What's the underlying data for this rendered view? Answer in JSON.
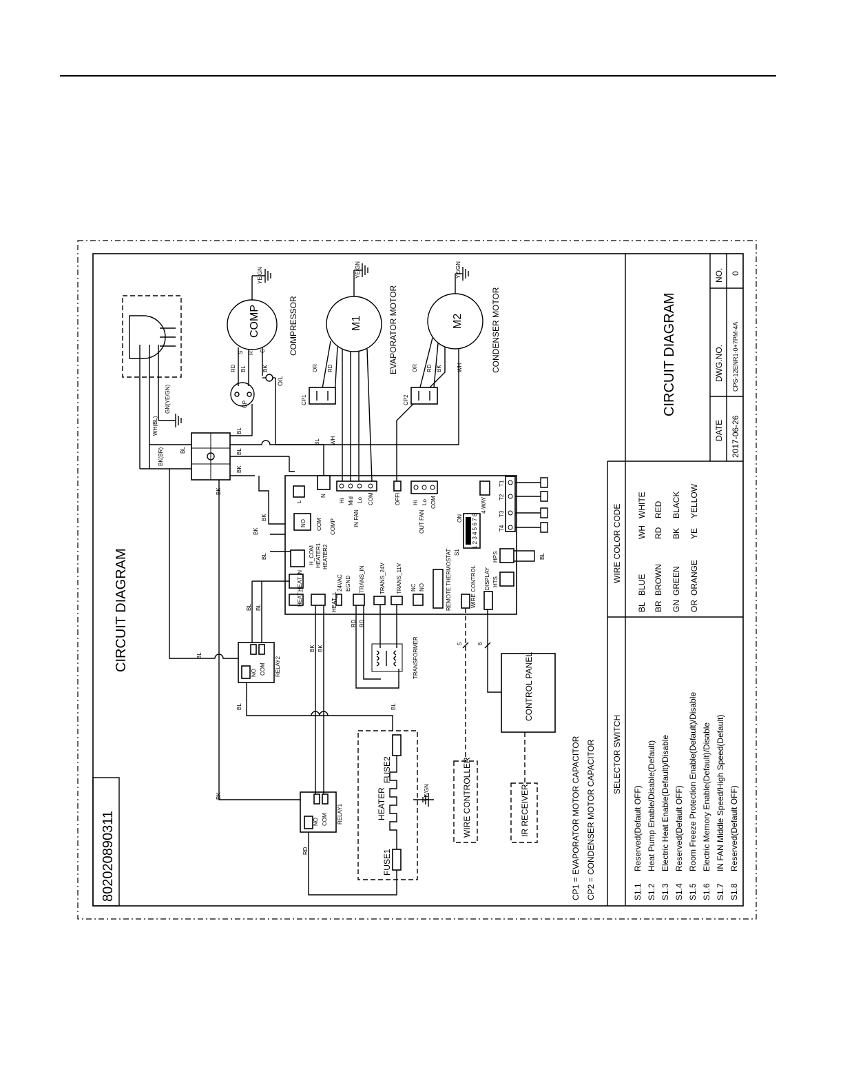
{
  "title": "CIRCUIT DIAGRAM",
  "part_number": "802020890311",
  "components": {
    "compressor": "COMP",
    "compressor_label": "COMPRESSOR",
    "evap_motor": "M1",
    "evap_motor_label": "EVAPORATOR MOTOR",
    "cond_motor": "M2",
    "cond_motor_label": "CONDENSER MOTOR",
    "cp": "CP",
    "cp1": "CP1",
    "cp2": "CP2",
    "overload": "O/L",
    "heater": "HEATER",
    "fuse1": "FUSE1",
    "fuse2": "FUSE2",
    "relay1": "RELAY1",
    "relay2": "RELAY2",
    "transformer": "TRANSFORMER",
    "control_panel": "CONTROL PANEL",
    "wire_controller": "WIRE CONTROLLER",
    "ir_receiver": "IR RECEIVER"
  },
  "terminals": {
    "s": "S",
    "r": "R",
    "c": "C",
    "no": "NO",
    "com": "COM",
    "ground": "YE/GN",
    "gn_ye_gn": "GN(YE/GN)"
  },
  "board": {
    "l": "L",
    "n": "N",
    "hi": "Hi",
    "mid": "Mid",
    "lo": "Lo",
    "com": "COM",
    "in_fan": "IN FAN",
    "offi": "OFFI",
    "out_hi": "Hi",
    "out_lo": "Lo",
    "out_com": "COM",
    "out_fan": "OUT FAN",
    "four_way": "4-WAY",
    "t1": "T1",
    "t2": "T2",
    "t3": "T3",
    "t4": "T4",
    "on": "ON",
    "dip_numbers": "1 2 3 4 5 6 7 8",
    "s1": "S1",
    "comp": "COMP",
    "heat_com": "H_COM",
    "heater1": "HEATER1",
    "heater2": "HEATER2",
    "heat_n": "HEAT_N",
    "heat_l": "HEAT_L",
    "heat_l2": "HEAT_L",
    "vac24": "24VAC",
    "egnd": "EGND",
    "trans_in": "TRANS_IN",
    "trans_24v": "TRANS_24V",
    "trans_11v": "TRANS_11V",
    "nc": "NC",
    "no": "NO",
    "remote_thermostat": "REMOTE THERMOSTAT",
    "wire_control": "WIRE CONTROL",
    "display": "DISPLAY",
    "hps": "HPS",
    "hts": "HTS",
    "wire_count_5": "5",
    "wire_count_6": "6"
  },
  "wire_labels": {
    "bl": "BL",
    "bk": "BK",
    "rd": "RD",
    "wh": "WH",
    "or": "OR",
    "wh_bl": "WH(BL)",
    "bk_br": "BK(BR)"
  },
  "capacitor_notes": [
    "CP1 = EVAPORATOR MOTOR CAPACITOR",
    "CP2 = CONDENSER MOTOR CAPACITOR"
  ],
  "selector_switch": {
    "header": "SELECTOR SWITCH",
    "rows": [
      {
        "code": "S1.1",
        "desc": "Reserved(Default OFF)"
      },
      {
        "code": "S1.2",
        "desc": "Heat Pump Enable/Disable(Default)"
      },
      {
        "code": "S1.3",
        "desc": "Electric Heat Enable(Default)/Disable"
      },
      {
        "code": "S1.4",
        "desc": "Reserved(Default OFF)"
      },
      {
        "code": "S1.5",
        "desc": "Room Freeze Protection Enable(Default)/Disable"
      },
      {
        "code": "S1.6",
        "desc": "Electric Memory Enable(Default)/Disable"
      },
      {
        "code": "S1.7",
        "desc": "IN FAN Middle Speed/High Speed(Default)"
      },
      {
        "code": "S1.8",
        "desc": "Reserved(Default OFF)"
      }
    ]
  },
  "wire_color_code": {
    "header": "WIRE COLOR CODE",
    "rows": [
      {
        "a": "BL",
        "a_name": "BLUE",
        "b": "WH",
        "b_name": "WHITE"
      },
      {
        "a": "BR",
        "a_name": "BROWN",
        "b": "RD",
        "b_name": "RED"
      },
      {
        "a": "GN",
        "a_name": "GREEN",
        "b": "BK",
        "b_name": "BLACK"
      },
      {
        "a": "OR",
        "a_name": "ORANGE",
        "b": "YE",
        "b_name": "YELLOW"
      }
    ]
  },
  "title_block": {
    "title": "CIRCUIT DIAGRAM",
    "date_label": "DATE",
    "date": "2017-06-26",
    "dwg_label": "DWG.NO.",
    "dwg_no": "CPS-12ENR1-0+7PM-4A",
    "no_label": "NO.",
    "no": "0"
  }
}
